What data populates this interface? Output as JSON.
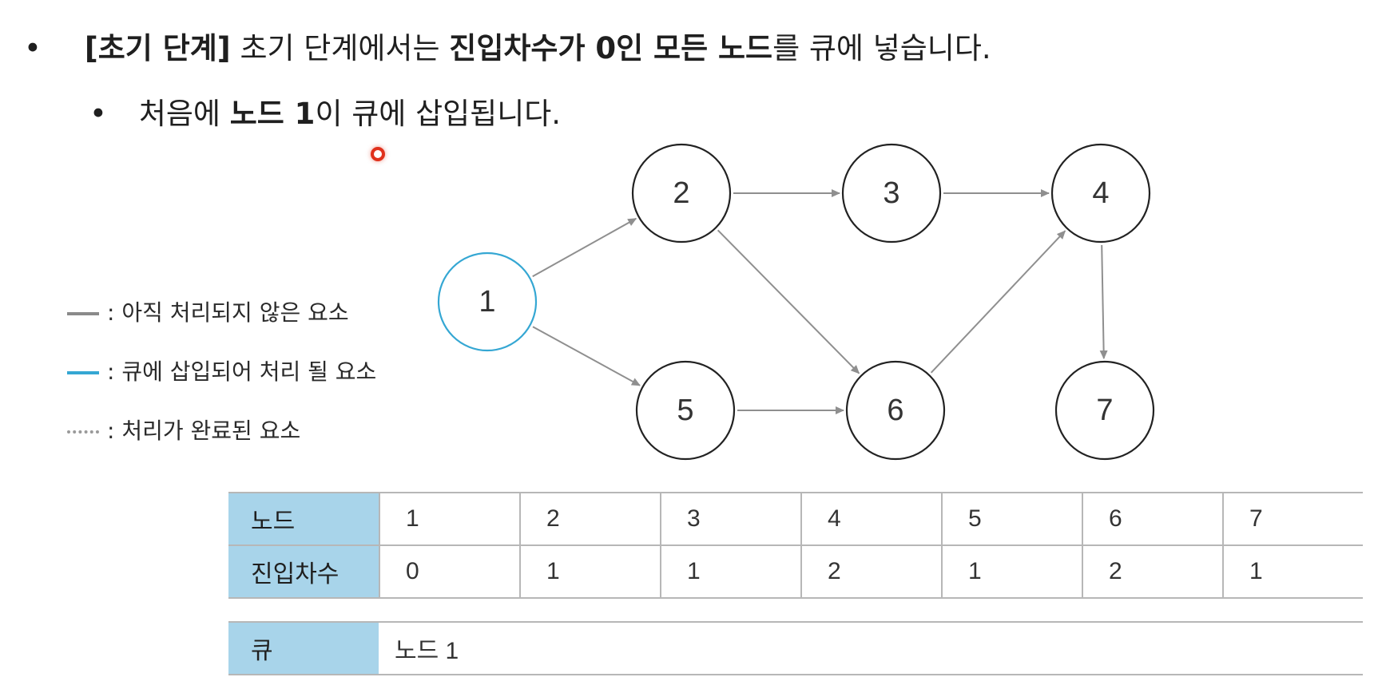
{
  "heading": {
    "bullet1": {
      "bracket": "[초기 단계]",
      "mid": " 초기 단계에서는 ",
      "bold": "진입차수가 0인 모든 노드",
      "end": "를 큐에 넣습니다."
    },
    "bullet2": {
      "start": "처음에 ",
      "bold": "노드 1",
      "end": "이 큐에 삽입됩니다."
    },
    "bullet_char": "•"
  },
  "legend": [
    {
      "text": ": 아직 처리되지 않은 요소",
      "style": "solid-gray",
      "color": "#8a8a8a"
    },
    {
      "text": ": 큐에 삽입되어 처리 될 요소",
      "style": "solid-blue",
      "color": "#35a7d3"
    },
    {
      "text": ": 처리가 완료된 요소",
      "style": "dotted-gray",
      "color": "#9a9a9a"
    }
  ],
  "graph": {
    "nodes": [
      "1",
      "2",
      "3",
      "4",
      "5",
      "6",
      "7"
    ],
    "active_node": "1",
    "edges": [
      [
        "1",
        "2"
      ],
      [
        "1",
        "5"
      ],
      [
        "2",
        "3"
      ],
      [
        "2",
        "6"
      ],
      [
        "3",
        "4"
      ],
      [
        "5",
        "6"
      ],
      [
        "6",
        "4"
      ],
      [
        "4",
        "7"
      ]
    ]
  },
  "indegree_table": {
    "row_headers": [
      "노드",
      "진입차수"
    ],
    "nodes": [
      "1",
      "2",
      "3",
      "4",
      "5",
      "6",
      "7"
    ],
    "indegrees": [
      "0",
      "1",
      "1",
      "2",
      "1",
      "2",
      "1"
    ]
  },
  "queue_table": {
    "header": "큐",
    "value": "노드 1"
  },
  "colors": {
    "active": "#35a7d3",
    "header_bg": "#a8d4ea",
    "cursor": "#e0311c"
  }
}
